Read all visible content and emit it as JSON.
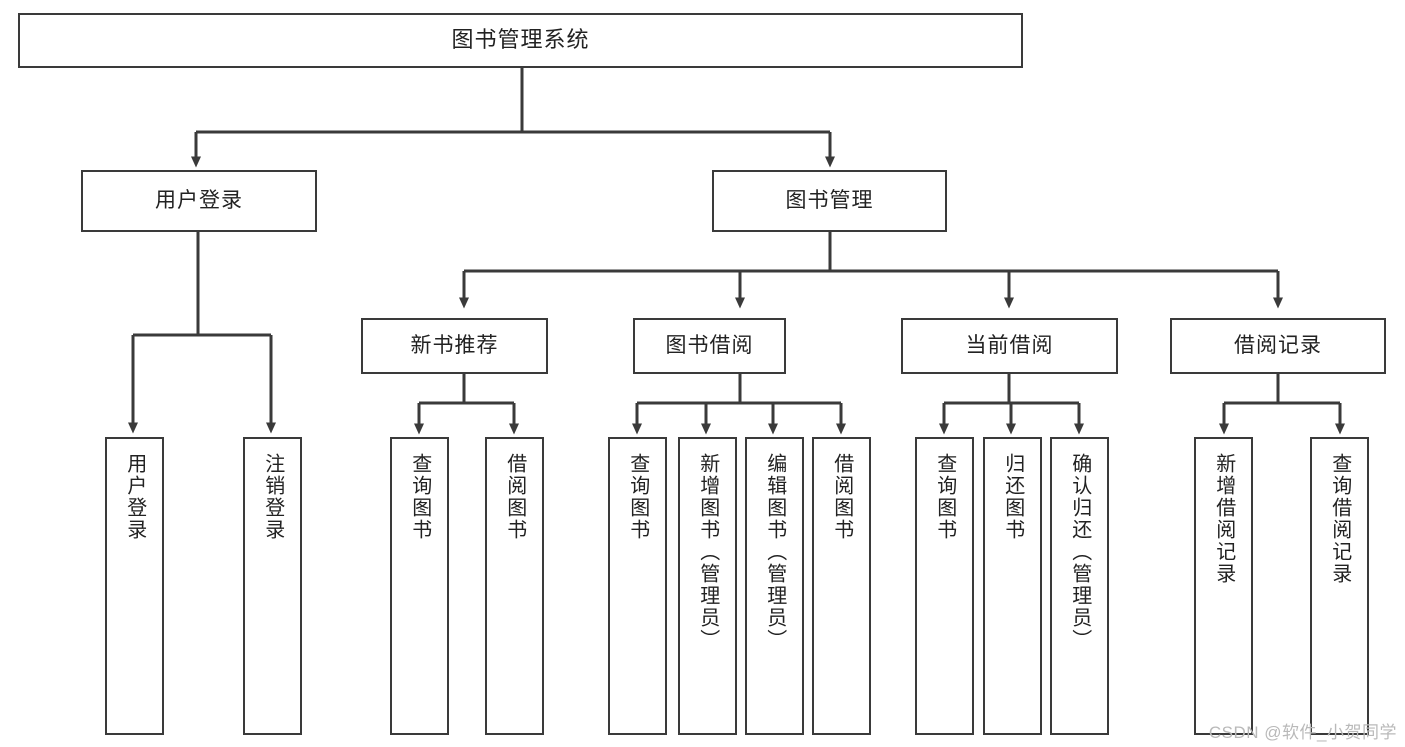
{
  "diagram": {
    "title_text": "图书管理系统",
    "type": "hierarchy-tree",
    "line_color": "#3a3a3a",
    "box_fill": "#ffffff",
    "text_color": "#222222",
    "levels": 4,
    "root": {
      "label": "图书管理系统"
    },
    "level2": [
      {
        "label": "用户登录"
      },
      {
        "label": "图书管理"
      }
    ],
    "level3": [
      {
        "label": "新书推荐"
      },
      {
        "label": "图书借阅"
      },
      {
        "label": "当前借阅"
      },
      {
        "label": "借阅记录"
      }
    ],
    "leaves_user_login": [
      {
        "label": "用户登录"
      },
      {
        "label": "注销登录"
      }
    ],
    "leaves_new_book": [
      {
        "label": "查询图书"
      },
      {
        "label": "借阅图书"
      }
    ],
    "leaves_borrow": [
      {
        "label": "查询图书"
      },
      {
        "label": "新增图书（管理员）"
      },
      {
        "label": "编辑图书（管理员）"
      },
      {
        "label": "借阅图书"
      }
    ],
    "leaves_current": [
      {
        "label": "查询图书"
      },
      {
        "label": "归还图书"
      },
      {
        "label": "确认归还（管理员）"
      }
    ],
    "leaves_records": [
      {
        "label": "新增借阅记录"
      },
      {
        "label": "查询借阅记录"
      }
    ]
  },
  "watermark": {
    "text": "CSDN @软件_小贺同学"
  }
}
